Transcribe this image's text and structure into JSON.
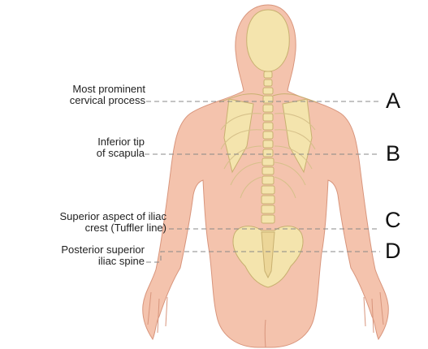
{
  "landmarks": [
    {
      "label": "Most prominent\ncervical process",
      "letter": "A"
    },
    {
      "label": "Inferior tip\nof scapula",
      "letter": "B"
    },
    {
      "label": "Superior aspect of iliac\ncrest (Tuffler line)",
      "letter": "C"
    },
    {
      "label": "Posterior superior\niliac spine",
      "letter": "D"
    }
  ],
  "colors": {
    "skin": "#f4c3ad",
    "skin_edge": "#d8957c",
    "bone": "#f4e4ad",
    "bone_edge": "#c8b070",
    "guide": "#888888",
    "text": "#222222"
  }
}
